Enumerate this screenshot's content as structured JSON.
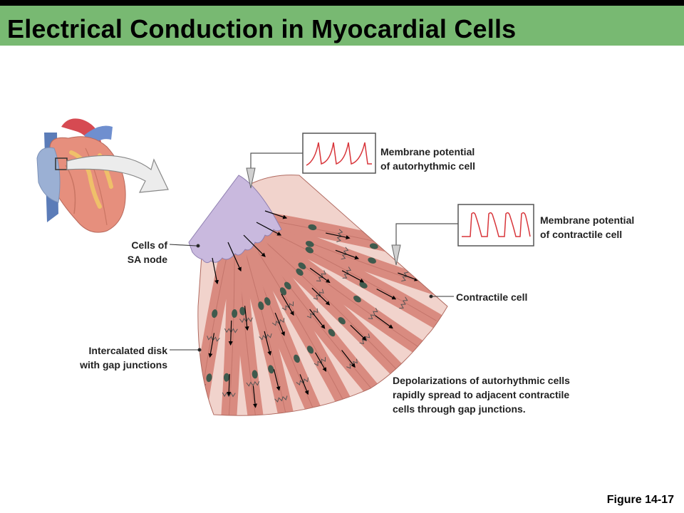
{
  "title": "Electrical Conduction in Myocardial Cells",
  "labels": {
    "autorhythmic_line1": "Membrane potential",
    "autorhythmic_line2": "of autorhythmic cell",
    "contractile_mp_line1": "Membrane potential",
    "contractile_mp_line2": "of contractile cell",
    "sa_node_line1": "Cells of",
    "sa_node_line2": "SA node",
    "contractile_cell": "Contractile cell",
    "intercalated_line1": "Intercalated disk",
    "intercalated_line2": "with gap junctions",
    "caption_line1": "Depolarizations of autorhythmic cells",
    "caption_line2": "rapidly spread to adjacent contractile",
    "caption_line3": "cells through gap junctions."
  },
  "figure_label": "Figure 14-17",
  "colors": {
    "title_band": "#78b972",
    "sa_node": "#c9b9de",
    "muscle_fiber": "#d98b80",
    "nucleus": "#3f5a4d",
    "trace": "#d8353a",
    "arrow": "#000000"
  },
  "icons": [
    "heart-illustration",
    "magnify-arrow",
    "pointer-arrow"
  ]
}
